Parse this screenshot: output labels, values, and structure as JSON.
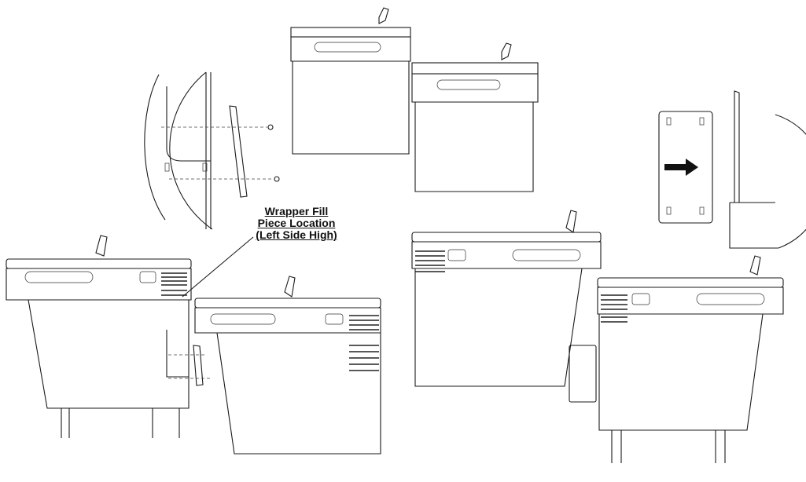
{
  "callout": {
    "line1": "Wrapper Fill",
    "line2": "Piece Location",
    "line3": "(Left Side High)"
  },
  "colors": {
    "line": "#1a1a1a",
    "background": "#ffffff",
    "arrow": "#111111"
  }
}
